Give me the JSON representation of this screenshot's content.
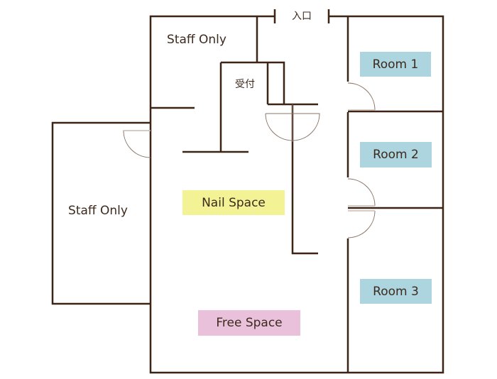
{
  "plan": {
    "entrance": "入口",
    "staff_only_top": "Staff Only",
    "staff_only_left": "Staff Only",
    "reception": "受付",
    "nail_space": "Nail Space",
    "free_space": "Free Space",
    "room1": "Room 1",
    "room2": "Room 2",
    "room3": "Room 3"
  },
  "colors": {
    "wall": "#3d2414",
    "room": "#acd5df",
    "nail": "#f3f294",
    "free": "#e9c1db"
  }
}
